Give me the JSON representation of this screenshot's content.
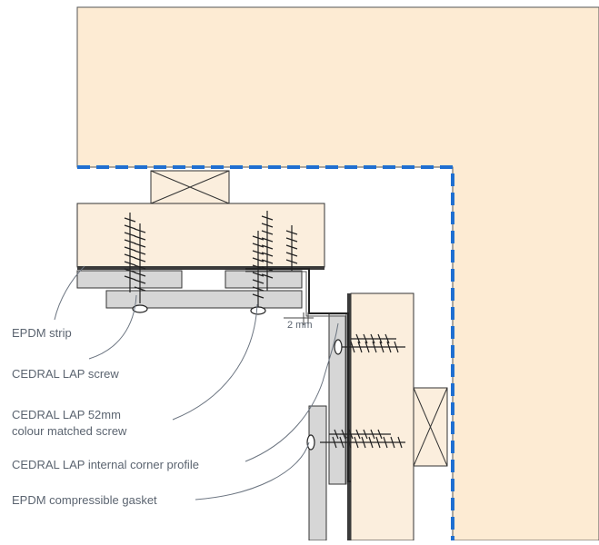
{
  "labels": {
    "epdm_strip": "EPDM strip",
    "lap_screw": "CEDRAL LAP screw",
    "matched_screw_line1": "CEDRAL LAP 52mm",
    "matched_screw_line2": "colour matched screw",
    "corner_profile": "CEDRAL LAP internal corner profile",
    "gasket": "EPDM compressible gasket"
  },
  "dimension": "2 mm",
  "colors": {
    "wall": "#fdebd3",
    "timber": "#fbeedd",
    "board": "#d6d6d6",
    "membrane": "#1f6fd1",
    "line": "#333333",
    "leader": "#6b7480"
  }
}
